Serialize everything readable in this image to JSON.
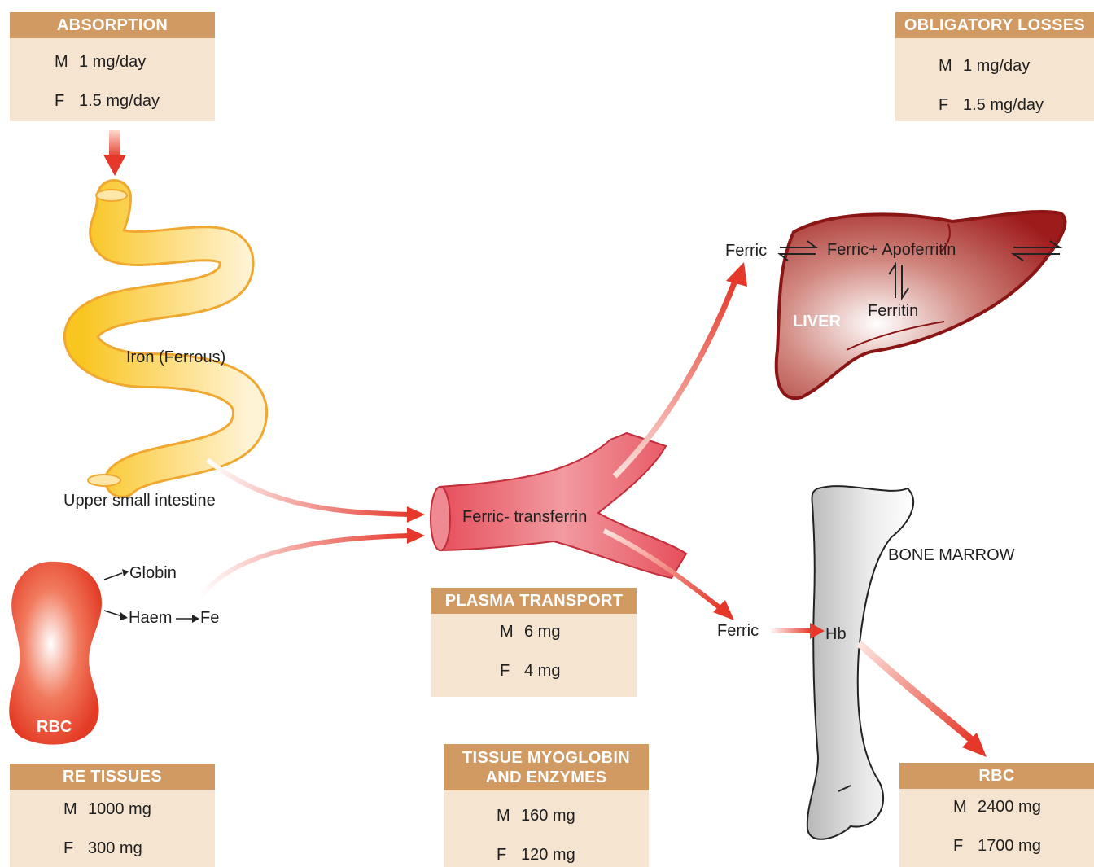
{
  "boxes": {
    "absorption": {
      "title": "ABSORPTION",
      "m_label": "M",
      "m_value": "1 mg/day",
      "f_label": "F",
      "f_value": "1.5 mg/day"
    },
    "obligatory": {
      "title": "OBLIGATORY LOSSES",
      "m_label": "M",
      "m_value": "1 mg/day",
      "f_label": "F",
      "f_value": "1.5 mg/day"
    },
    "plasma": {
      "title": "PLASMA TRANSPORT",
      "m_label": "M",
      "m_value": "6 mg",
      "f_label": "F",
      "f_value": "4 mg"
    },
    "tissue": {
      "title_line1": "TISSUE MYOGLOBIN",
      "title_line2": "AND ENZYMES",
      "m_label": "M",
      "m_value": "160 mg",
      "f_label": "F",
      "f_value": "120 mg"
    },
    "re": {
      "title": "RE TISSUES",
      "m_label": "M",
      "m_value": "1000 mg",
      "f_label": "F",
      "f_value": "300 mg"
    },
    "rbc": {
      "title": "RBC",
      "m_label": "M",
      "m_value": "2400 mg",
      "f_label": "F",
      "f_value": "1700 mg"
    }
  },
  "labels": {
    "iron_ferrous": "Iron (Ferrous)",
    "upper_small_intestine": "Upper small intestine",
    "ferric_transferrin": "Ferric- transferrin",
    "ferric_liver": "Ferric",
    "ferric_apoferritin": "Ferric+ Apoferritin",
    "ferritin": "Ferritin",
    "liver": "LIVER",
    "ferric_marrow": "Ferric",
    "hb": "Hb",
    "bone_marrow": "BONE MARROW",
    "globin": "Globin",
    "haem": "Haem",
    "fe": "Fe",
    "rbc_cell": "RBC"
  },
  "colors": {
    "header": "#d19a63",
    "box_fill": "#f4e4d0",
    "arrow_red": "#e5382a",
    "liver_dark": "#9e1b1b",
    "vessel_red": "#e8606a",
    "intestine_yellow": "#f7c542"
  }
}
